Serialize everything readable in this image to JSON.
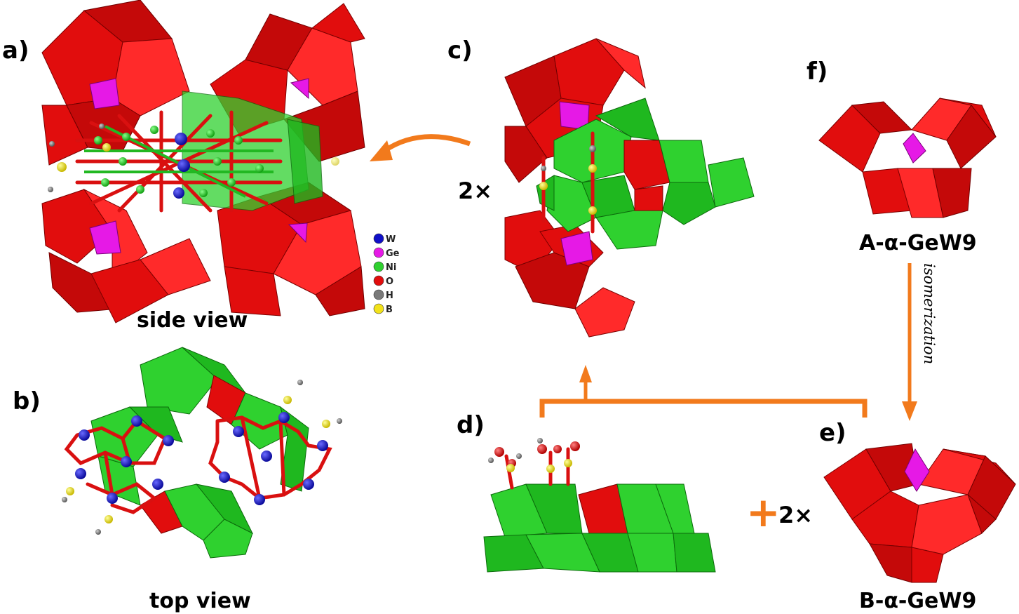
{
  "panels": {
    "a": {
      "label": "a)",
      "caption": "side view"
    },
    "b": {
      "label": "b)",
      "caption": "top view"
    },
    "c": {
      "label": "c)",
      "multiplier": "2×"
    },
    "d": {
      "label": "d)"
    },
    "e": {
      "label": "e)",
      "multiplier": "2×",
      "caption": "B-α-GeW9"
    },
    "f": {
      "label": "f)",
      "caption": "A-α-GeW9"
    }
  },
  "legend": [
    {
      "symbol": "W",
      "color": "#1010c8"
    },
    {
      "symbol": "Ge",
      "color": "#e619e6"
    },
    {
      "symbol": "Ni",
      "color": "#2fd12f"
    },
    {
      "symbol": "O",
      "color": "#e10d0d"
    },
    {
      "symbol": "H",
      "color": "#7a7a7a"
    },
    {
      "symbol": "B",
      "color": "#f2e21a"
    }
  ],
  "arrows": {
    "isomerization_label": "isomerization",
    "plus_sign": "+"
  },
  "colors": {
    "polyhedron_W": "#e10d0d",
    "polyhedron_Ni": "#2fd12f",
    "polyhedron_Ge": "#e619e6",
    "arrow": "#f27a1c"
  }
}
